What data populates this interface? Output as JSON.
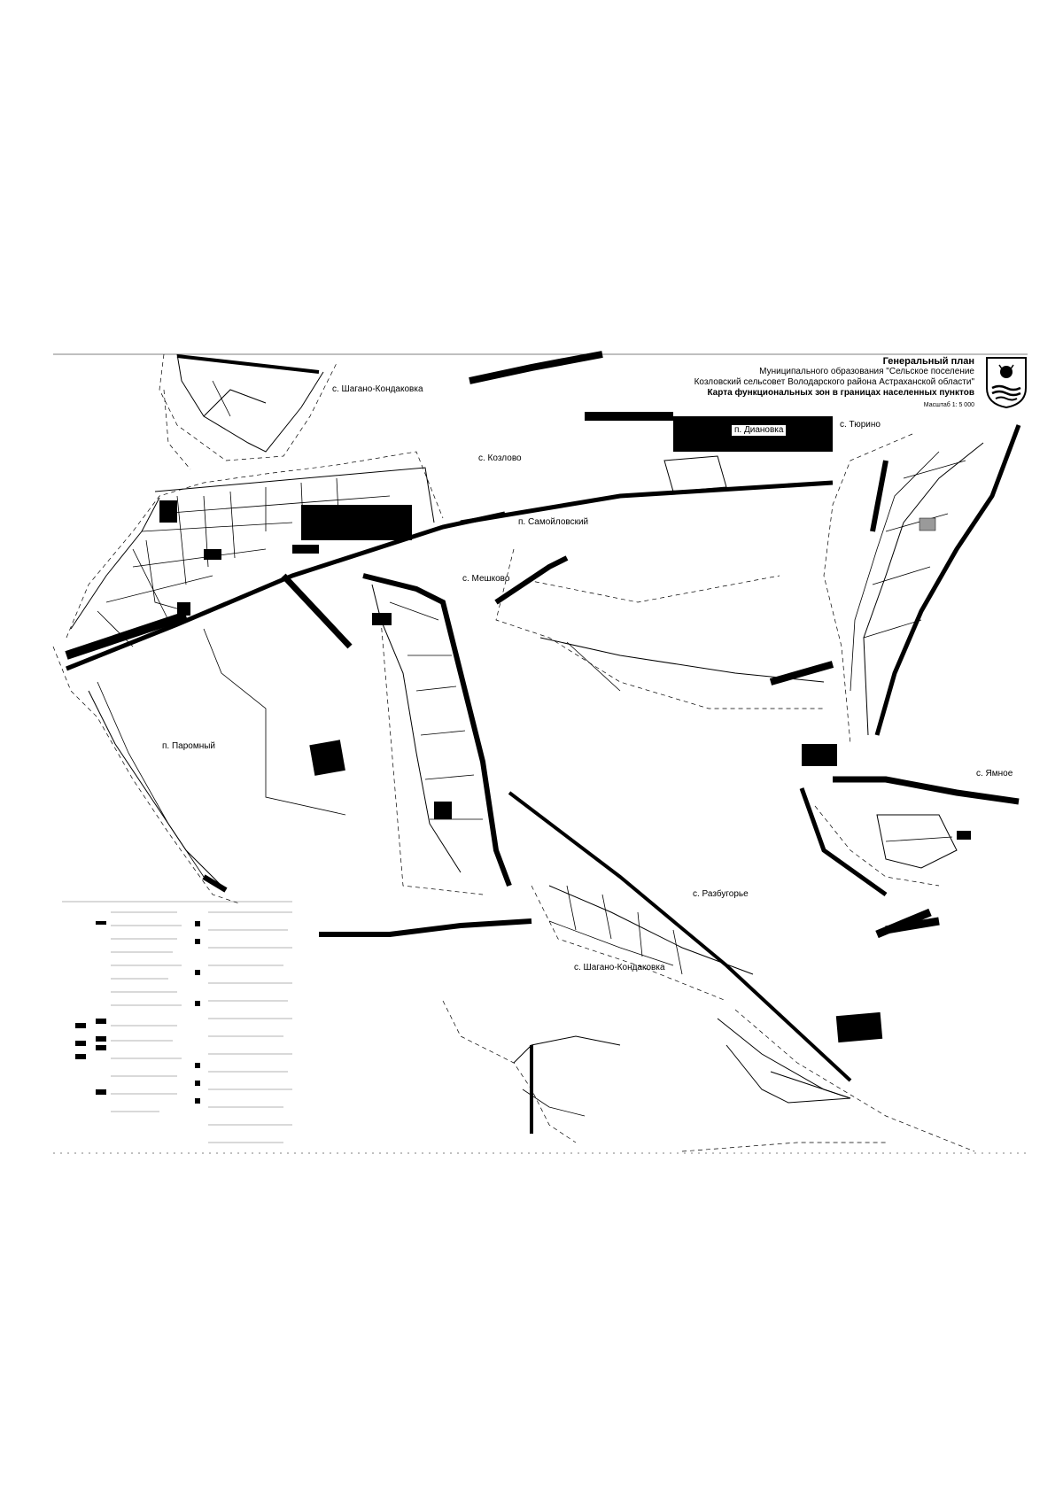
{
  "title_block": {
    "line1": "Генеральный план",
    "line2": "Муниципального образования \"Сельское поселение",
    "line3": "Козловский сельсовет Володарского района Астраханской области\"",
    "line4": "Карта функциональных зон в границах населенных пунктов",
    "scale": "Масштаб 1: 5 000"
  },
  "place_labels": {
    "shagano_top": "с. Шагано-Кондаковка",
    "kozlovo": "с. Козлово",
    "dianovka": "п. Диановка",
    "tyurino": "с. Тюрино",
    "samoylovsky": "п. Самойловский",
    "meshkovo": "с. Мешково",
    "paromny": "п. Паромный",
    "yamnoe": "с. Ямное",
    "razbugorye": "с. Разбугорье",
    "shagano_bottom": "с. Шагано-Кондаковка"
  },
  "icons": {
    "emblem": "coat-of-arms-icon"
  },
  "colors": {
    "ink": "#000000",
    "paper": "#ffffff",
    "highlight_parcel": "#9a9a9a"
  }
}
